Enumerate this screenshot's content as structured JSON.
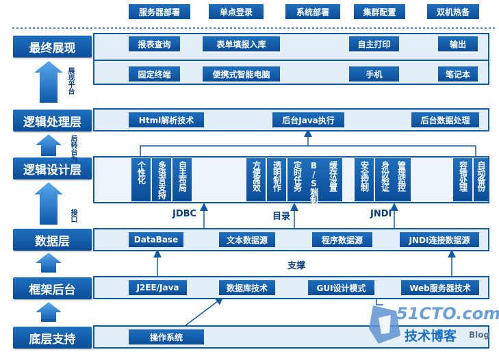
{
  "top_items": [
    "服务器部署",
    "单点登录",
    "系统部署",
    "集群配置",
    "双机热备"
  ],
  "layers": {
    "display": "最终展现",
    "logic_proc": "逻辑处理层",
    "logic_design": "逻辑设计层",
    "data": "数据层",
    "framework": "框架后台",
    "base": "底层支持"
  },
  "display_items": {
    "row1": [
      "报表查询",
      "表单填报入库",
      "自主打印",
      "输出"
    ],
    "row2": [
      "固定终端",
      "便携式智能电脑",
      "手机",
      "笔记本"
    ]
  },
  "logic_proc_items": [
    "Html解析技术",
    "后台Java执行",
    "后台数据处理"
  ],
  "logic_design_items": [
    "个性化",
    "多语言支持",
    "自主布局",
    "方便高效",
    "透明制作",
    "定时任务",
    "B/S端制作",
    "缓存设置",
    "安全控制",
    "身份验证",
    "管理监控",
    "容错处理",
    "自动备份"
  ],
  "data_items": [
    "DataBase",
    "文本数据源",
    "程序数据源",
    "JNDI连接数据源"
  ],
  "framework_items": [
    "J2EE/Java",
    "数据库技术",
    "GUI设计模式",
    "Web服务器技术"
  ],
  "base_items": [
    "操作系统"
  ],
  "notes": {
    "display_platform": "展现平台",
    "back_to": "后转台为",
    "interface": "接口",
    "jdbc": "JDBC",
    "catalog": "目录",
    "jndi": "JNDI",
    "support": "支撑"
  },
  "watermark": {
    "site": "51CTO.com",
    "label": "技术博客",
    "blog": "Blog"
  },
  "colors": {
    "dark_blue": "#0b4c96",
    "panel_border": "#0e5aa7",
    "arrow": "#1e7ad0"
  }
}
